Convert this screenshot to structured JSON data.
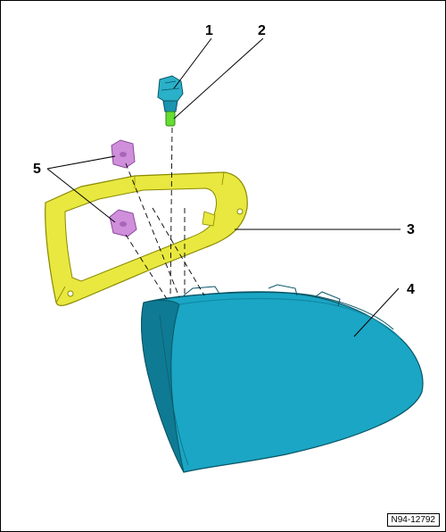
{
  "callouts": {
    "c1": "1",
    "c2": "2",
    "c3": "3",
    "c4": "4",
    "c5": "5"
  },
  "reference_code": "N94-12792",
  "colors": {
    "bracket_fill": "#e8e840",
    "bracket_stroke": "#8a8a00",
    "housing_fill": "#1aa6c4",
    "housing_dark": "#0f7a93",
    "housing_stroke": "#0a5566",
    "nut_fill": "#cf8fdb",
    "nut_stroke": "#8a4a99",
    "bulb_holder": "#2ab0c8",
    "bulb_tip": "#66dd33",
    "leader_line": "#000000"
  },
  "icons": {
    "bulb_holder": "bulb-holder-icon",
    "bulb": "bulb-icon",
    "bracket": "bracket-icon",
    "housing": "lamp-housing-icon",
    "nut": "nut-icon"
  }
}
